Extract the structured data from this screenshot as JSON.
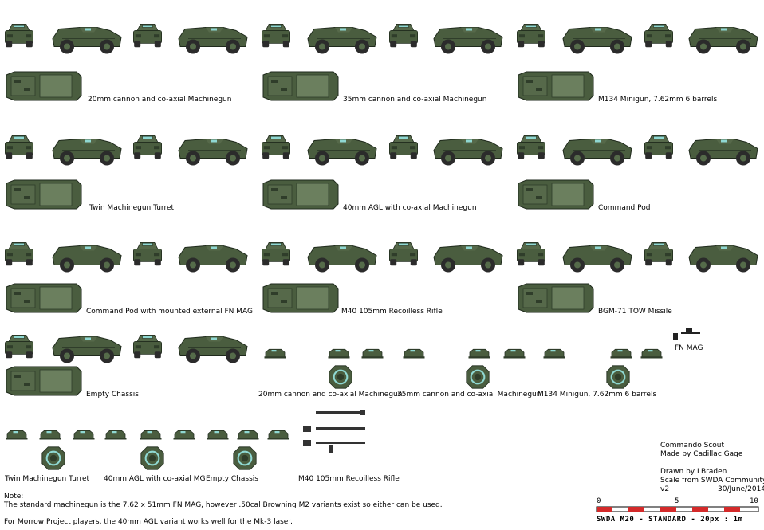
{
  "colors": {
    "hull": "#4a5d3f",
    "hull_dark": "#2f3d2a",
    "hull_light": "#6b7f5e",
    "window": "#8fd8d2",
    "tire": "#2b2b2b",
    "scale_red": "#d42a2a"
  },
  "variant_labels": [
    "20mm cannon and co-axial Machinegun",
    "35mm cannon and co-axial Machinegun",
    "M134 Minigun, 7.62mm 6 barrels",
    "Twin Machinegun Turret",
    "40mm AGL with co-axial Machinegun",
    "Command Pod",
    "Command Pod with mounted external FN MAG",
    "M40 105mm Recoilless Rifle",
    "BGM-71 TOW Missile",
    "Empty Chassis"
  ],
  "small_labels": [
    "20mm cannon and co-axial Machinegun",
    "35mm cannon and co-axial Machinegun",
    "M134 Minigun, 7.62mm 6 barrels",
    "Twin Machinegun Turret",
    "40mm AGL with co-axial MG",
    "Empty Chassis",
    "M40 105mm Recoilless Rifle"
  ],
  "fn_mag_label": "FN MAG",
  "info": {
    "title": "Commando Scout",
    "maker": "Made by Cadillac Gage",
    "drawn_by": "Drawn by LBraden",
    "scale_from": "Scale from SWDA Community",
    "version": "v2",
    "date": "30/June/2014"
  },
  "notes": {
    "heading": "Note:",
    "line1": "The standard machinegun is the 7.62 x 51mm FN MAG, however .50cal Browning M2 variants exist so either can be used.",
    "line2": "For Morrow Project players, the 40mm AGL variant works well for the Mk-3 laser."
  },
  "scale": {
    "tick_0": "0",
    "tick_5": "5",
    "tick_10": "10",
    "caption": "SWDA M20 - STANDARD - 20px : 1m"
  }
}
